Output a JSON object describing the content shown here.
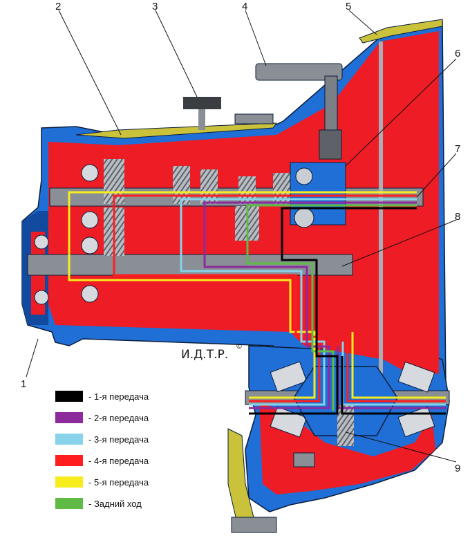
{
  "callouts": [
    {
      "id": "1",
      "label": "1"
    },
    {
      "id": "2",
      "label": "2"
    },
    {
      "id": "3",
      "label": "3"
    },
    {
      "id": "4",
      "label": "4"
    },
    {
      "id": "5",
      "label": "5"
    },
    {
      "id": "6",
      "label": "6"
    },
    {
      "id": "7",
      "label": "7"
    },
    {
      "id": "8",
      "label": "8"
    },
    {
      "id": "9",
      "label": "9"
    }
  ],
  "watermark": {
    "text": "И.Д.Т.Р.",
    "mark": "©"
  },
  "legend": [
    {
      "label": "- 1-я  передача",
      "color": "#000000"
    },
    {
      "label": "- 2-я  передача",
      "color": "#8c2b9b"
    },
    {
      "label": "- 3-я  передача",
      "color": "#86d3ea"
    },
    {
      "label": "- 4-я  передача",
      "color": "#ff1e1e"
    },
    {
      "label": "- 5-я  передача",
      "color": "#f7ed1d"
    },
    {
      "label": "- Задний ход",
      "color": "#5fbb46"
    }
  ],
  "colors": {
    "oil": "#ee1c24",
    "metal": "#1f6fd6",
    "metal_dark": "#114a9e",
    "shaft": "#8a8f96",
    "cover": "#c9c23a",
    "outline": "#0b1d3a"
  }
}
